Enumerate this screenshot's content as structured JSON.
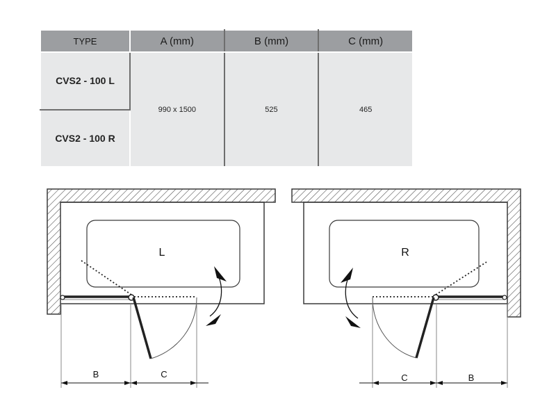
{
  "table": {
    "headers": [
      "TYPE",
      "A (mm)",
      "B (mm)",
      "C (mm)"
    ],
    "rows": [
      {
        "type": "CVS2 - 100 L"
      },
      {
        "type": "CVS2 - 100 R"
      }
    ],
    "values": {
      "a": "990 x 1500",
      "b": "525",
      "c": "465"
    }
  },
  "diagrams": {
    "left": {
      "side": "L",
      "dim_b": "B",
      "dim_c": "C"
    },
    "right": {
      "side": "R",
      "dim_b": "B",
      "dim_c": "C"
    }
  },
  "colors": {
    "header_bg": "#9c9ea1",
    "cell_bg": "#e7e8e9",
    "line": "#3a3a3a"
  }
}
